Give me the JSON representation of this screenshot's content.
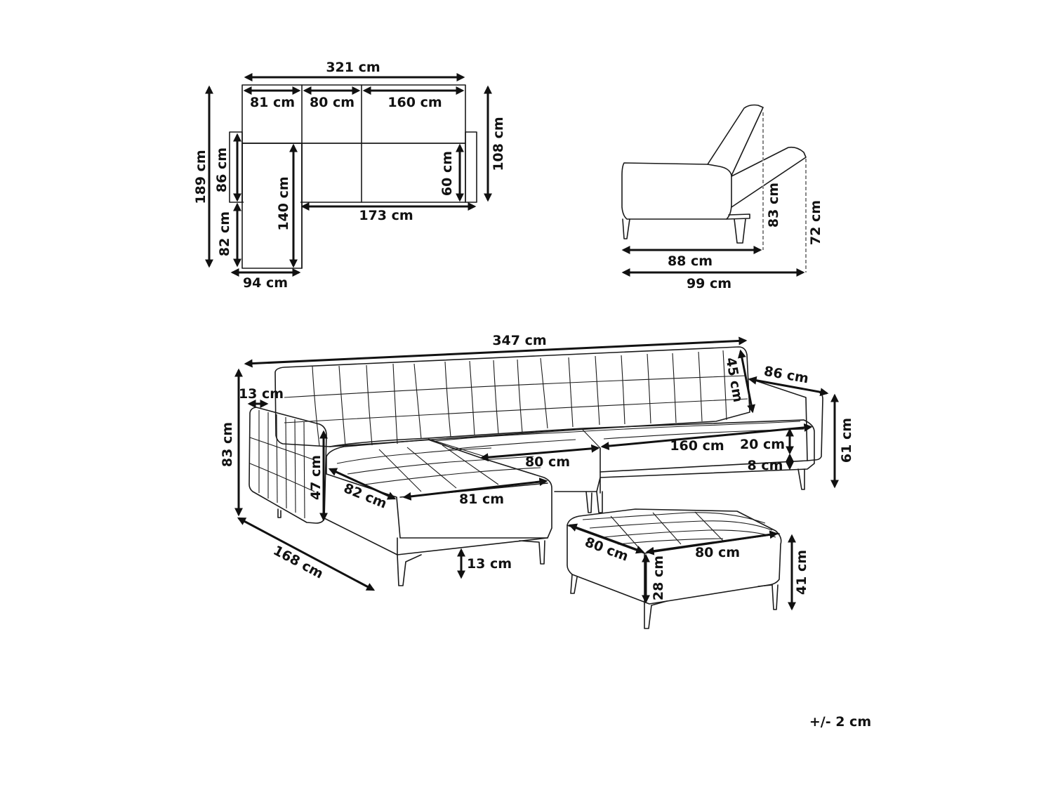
{
  "diagram": {
    "subject": "L-shaped sofa bed with ottoman dimension drawing",
    "tolerance_note": "+/- 2 cm",
    "top_view": {
      "total_width": "321 cm",
      "seg_1": "81 cm",
      "seg_2": "80 cm",
      "seg_3": "160 cm",
      "total_depth": "189 cm",
      "armrest_depth": "86 cm",
      "chaise_extension": "82 cm",
      "chaise_length": "140 cm",
      "chaise_width": "94 cm",
      "seat_depth": "60 cm",
      "main_depth": "108 cm",
      "main_width": "173 cm"
    },
    "side_view": {
      "height_upright": "83 cm",
      "height_reclined": "72 cm",
      "depth_upright": "88 cm",
      "depth_reclined": "99 cm"
    },
    "perspective_view": {
      "total_width": "347 cm",
      "total_height": "83 cm",
      "armrest_width": "13 cm",
      "armrest_height": "47 cm",
      "chaise_depth": "82 cm",
      "chaise_width": "81 cm",
      "middle_seat": "80 cm",
      "right_seat": "160 cm",
      "back_height": "45 cm",
      "side_depth": "86 cm",
      "seat_height": "61 cm",
      "cushion_height": "20 cm",
      "base_height": "8 cm",
      "leg_height": "13 cm",
      "overall_length": "168 cm"
    },
    "ottoman": {
      "depth": "80 cm",
      "width": "80 cm",
      "cushion_height": "28 cm",
      "height": "41 cm"
    }
  }
}
